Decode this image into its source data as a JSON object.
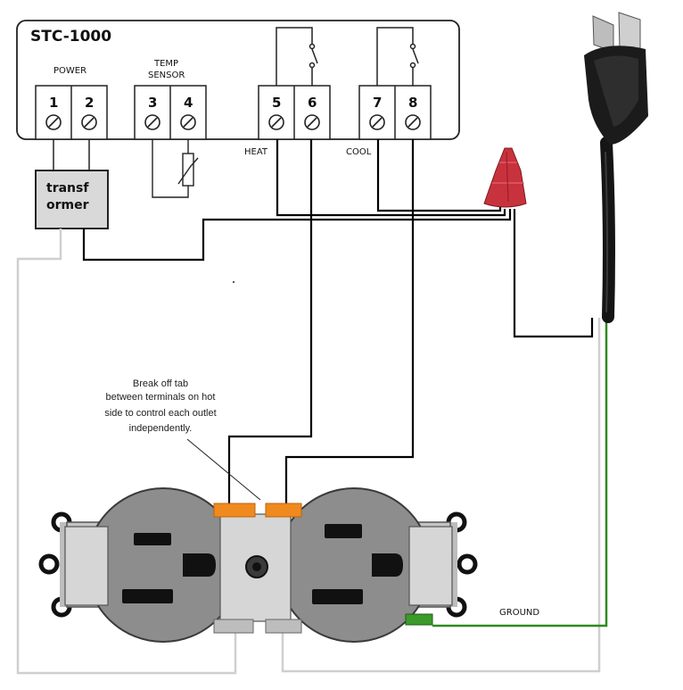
{
  "controller": {
    "title": "STC-1000",
    "labels": {
      "power": "POWER",
      "temp_line1": "TEMP",
      "temp_line2": "SENSOR",
      "heat": "HEAT",
      "cool": "COOL"
    },
    "terminals": [
      "1",
      "2",
      "3",
      "4",
      "5",
      "6",
      "7",
      "8"
    ]
  },
  "transformer": {
    "line1": "transf",
    "line2": "ormer"
  },
  "note": {
    "lines": [
      "Break off tab",
      "between terminals on hot",
      "side to control each outlet",
      "independently."
    ]
  },
  "ground_label": "GROUND",
  "colors": {
    "wire_black": "#000000",
    "wire_white": "#c8c8c8",
    "wire_green": "#2f8a1f",
    "wirenut_red": "#c8323c",
    "tab_orange": "#f08a1e",
    "outlet_face": "#8d8d8d",
    "outlet_strap": "#c4c4c4"
  }
}
